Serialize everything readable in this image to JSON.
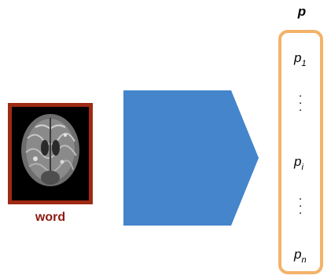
{
  "input": {
    "label": "word",
    "image_icon": "brain-mri-scan"
  },
  "process": {
    "icon": "pentagon-arrow-right"
  },
  "output_vector": {
    "title": "p",
    "elements": [
      {
        "base": "p",
        "sub": "1"
      },
      {
        "base": "p",
        "sub": "i"
      },
      {
        "base": "p",
        "sub": "n"
      }
    ],
    "ellipsis_icon": "vertical-dots"
  },
  "colors": {
    "word_frame_border": "#9e2a14",
    "word_label": "#8b1a10",
    "arrow_fill": "#4485cc",
    "vector_border": "#f4b26a"
  }
}
